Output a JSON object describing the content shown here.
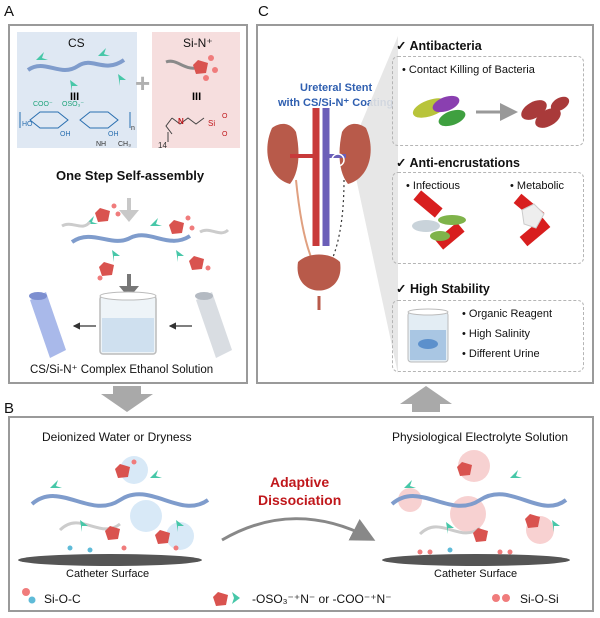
{
  "panels": {
    "a_letter": "A",
    "b_letter": "B",
    "c_letter": "C"
  },
  "panel_a": {
    "cs_label": "CS",
    "sin_label": "Si-N⁺",
    "chain_subscript_n": "n",
    "chain_subscript_14": "14",
    "coo_label": "COO⁻",
    "oso3_label": "OSO₃⁻",
    "oh_label_1": "HO",
    "oh_label_2": "OH",
    "oh_label_3": "OH",
    "nh_label": "NH",
    "ch3_label": "CH₃",
    "o_label": "O",
    "si_label": "Si",
    "n_label": "N",
    "step_title": "One Step Self-assembly",
    "solution_label": "CS/Si-N⁺ Complex Ethanol Solution"
  },
  "panel_b": {
    "left_title": "Deionized Water or Dryness",
    "right_title": "Physiological Electrolyte Solution",
    "center_title_line1": "Adaptive",
    "center_title_line2": "Dissociation",
    "left_surface": "Catheter Surface",
    "right_surface": "Catheter Surface",
    "legend_sioc": "Si-O-C",
    "legend_middle": "-OSO₃⁻⁺N⁻  or  -COO⁻⁺N⁻",
    "legend_siosi": "Si-O-Si"
  },
  "panel_c": {
    "stent_label_line1": "Ureteral Stent",
    "stent_label_line2": "with CS/Si-N⁺ Coating",
    "antibacteria_title": "✓ Antibacteria",
    "antibacteria_bullet": "• Contact Killing of Bacteria",
    "anti_encrustation_title": "✓ Anti-encrustations",
    "infectious": "• Infectious",
    "metabolic": "• Metabolic",
    "stability_title": "✓ High Stability",
    "stability_items": [
      "• Organic Reagent",
      "• High Salinity",
      "• Different Urine"
    ]
  },
  "colors": {
    "frame": "#9a9a9a",
    "cs_bg": "#dfe8f3",
    "sin_bg": "#f6dede",
    "chain": "#7f9ccc",
    "arrowhead": "#47c7a8",
    "pentagon": "#d9534f",
    "accent_red": "#c0171b",
    "title_blue": "#2f5fb0",
    "kidney": "#b85a4a",
    "vessel_red": "#c83a3a",
    "vessel_blue": "#6b5fb8"
  }
}
